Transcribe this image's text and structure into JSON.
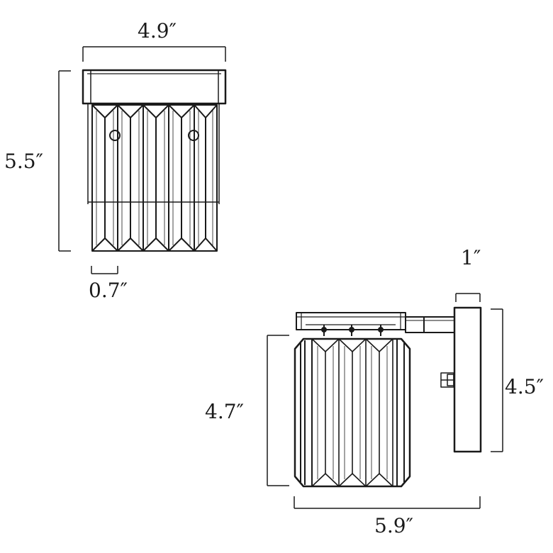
{
  "dimensions": {
    "front_width": "4.9″",
    "front_height": "5.5″",
    "crystal_width": "0.7″",
    "backplate_depth": "1″",
    "backplate_height": "4.5″",
    "side_height": "4.7″",
    "side_extension": "5.9″"
  },
  "colors": {
    "line": "#1a1a1a",
    "background": "#ffffff"
  }
}
